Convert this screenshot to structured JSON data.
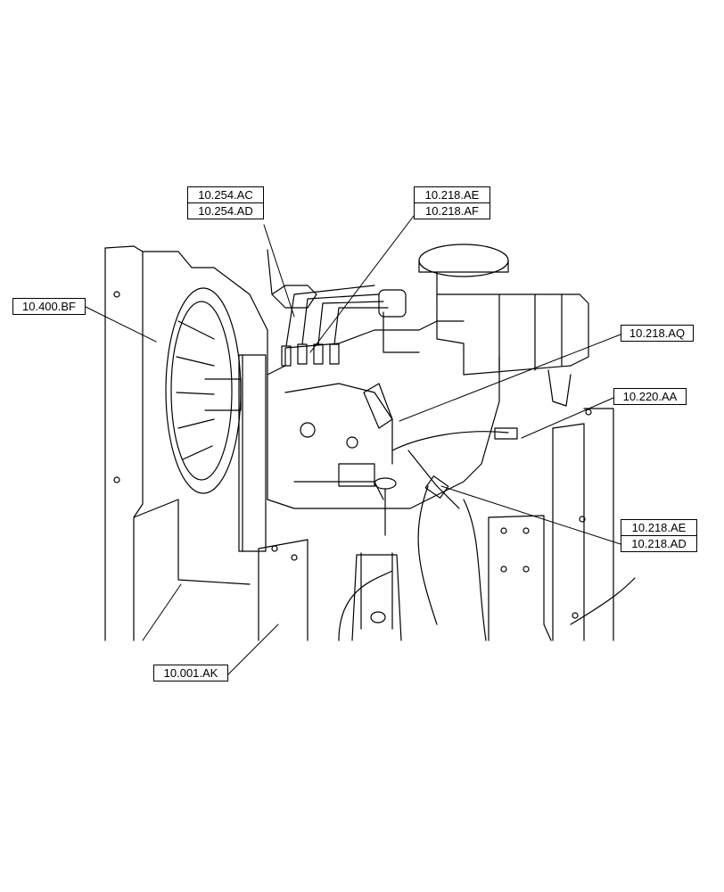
{
  "callouts": {
    "c_254_top": "10.254.AC",
    "c_254_bottom": "10.254.AD",
    "c_218_ae_top": "10.218.AE",
    "c_218_af": "10.218.AF",
    "c_400_bf": "10.400.BF",
    "c_218_aq": "10.218.AQ",
    "c_220_aa": "10.220.AA",
    "c_218_ae_lower": "10.218.AE",
    "c_218_ad": "10.218.AD",
    "c_001_ak": "10.001.AK"
  },
  "colors": {
    "line": "#000000",
    "background": "#ffffff"
  }
}
